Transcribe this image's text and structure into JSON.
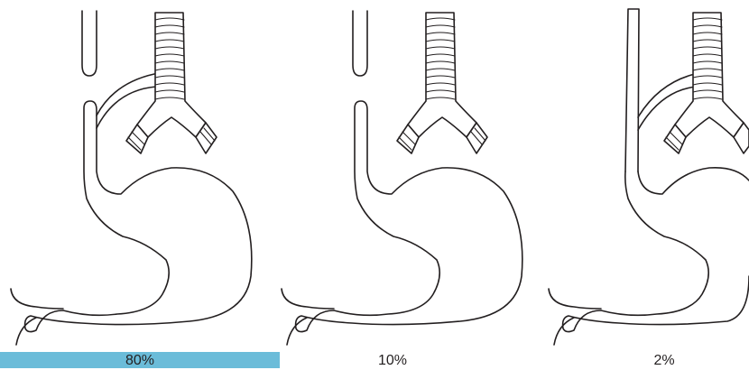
{
  "panels": [
    {
      "caption": "80%",
      "highlight_color": "#6bbcd9",
      "type": "fistula-upper-pouch-and-lower-fistula"
    },
    {
      "caption": "10%",
      "type": "isolated-atresia-no-fistula"
    },
    {
      "caption": "2%",
      "type": "h-type-fistula-without-atresia"
    }
  ]
}
